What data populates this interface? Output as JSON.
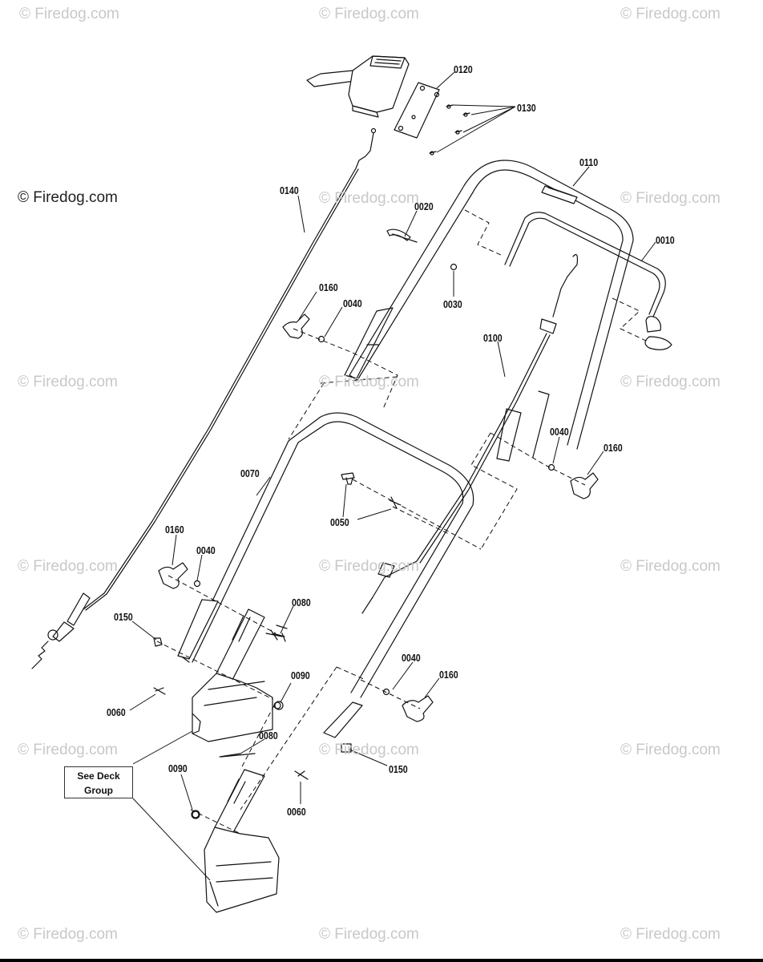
{
  "watermark": {
    "text": "© Firedog.com",
    "main_text": "© Firedog.com"
  },
  "reference_box": {
    "line1": "See Deck",
    "line2": "Group"
  },
  "part_labels": [
    {
      "id": "p0120",
      "text": "0120"
    },
    {
      "id": "p0130",
      "text": "0130"
    },
    {
      "id": "p0110",
      "text": "0110"
    },
    {
      "id": "p0140",
      "text": "0140"
    },
    {
      "id": "p0020",
      "text": "0020"
    },
    {
      "id": "p0010",
      "text": "0010"
    },
    {
      "id": "p0160a",
      "text": "0160"
    },
    {
      "id": "p0040a",
      "text": "0040"
    },
    {
      "id": "p0030",
      "text": "0030"
    },
    {
      "id": "p0100",
      "text": "0100"
    },
    {
      "id": "p0040b",
      "text": "0040"
    },
    {
      "id": "p0160b",
      "text": "0160"
    },
    {
      "id": "p0070",
      "text": "0070"
    },
    {
      "id": "p0050",
      "text": "0050"
    },
    {
      "id": "p0160c",
      "text": "0160"
    },
    {
      "id": "p0040c",
      "text": "0040"
    },
    {
      "id": "p0080a",
      "text": "0080"
    },
    {
      "id": "p0150a",
      "text": "0150"
    },
    {
      "id": "p0090a",
      "text": "0090"
    },
    {
      "id": "p0040d",
      "text": "0040"
    },
    {
      "id": "p0160d",
      "text": "0160"
    },
    {
      "id": "p0060a",
      "text": "0060"
    },
    {
      "id": "p0080b",
      "text": "0080"
    },
    {
      "id": "p0090b",
      "text": "0090"
    },
    {
      "id": "p0150b",
      "text": "0150"
    },
    {
      "id": "p0060b",
      "text": "0060"
    }
  ]
}
